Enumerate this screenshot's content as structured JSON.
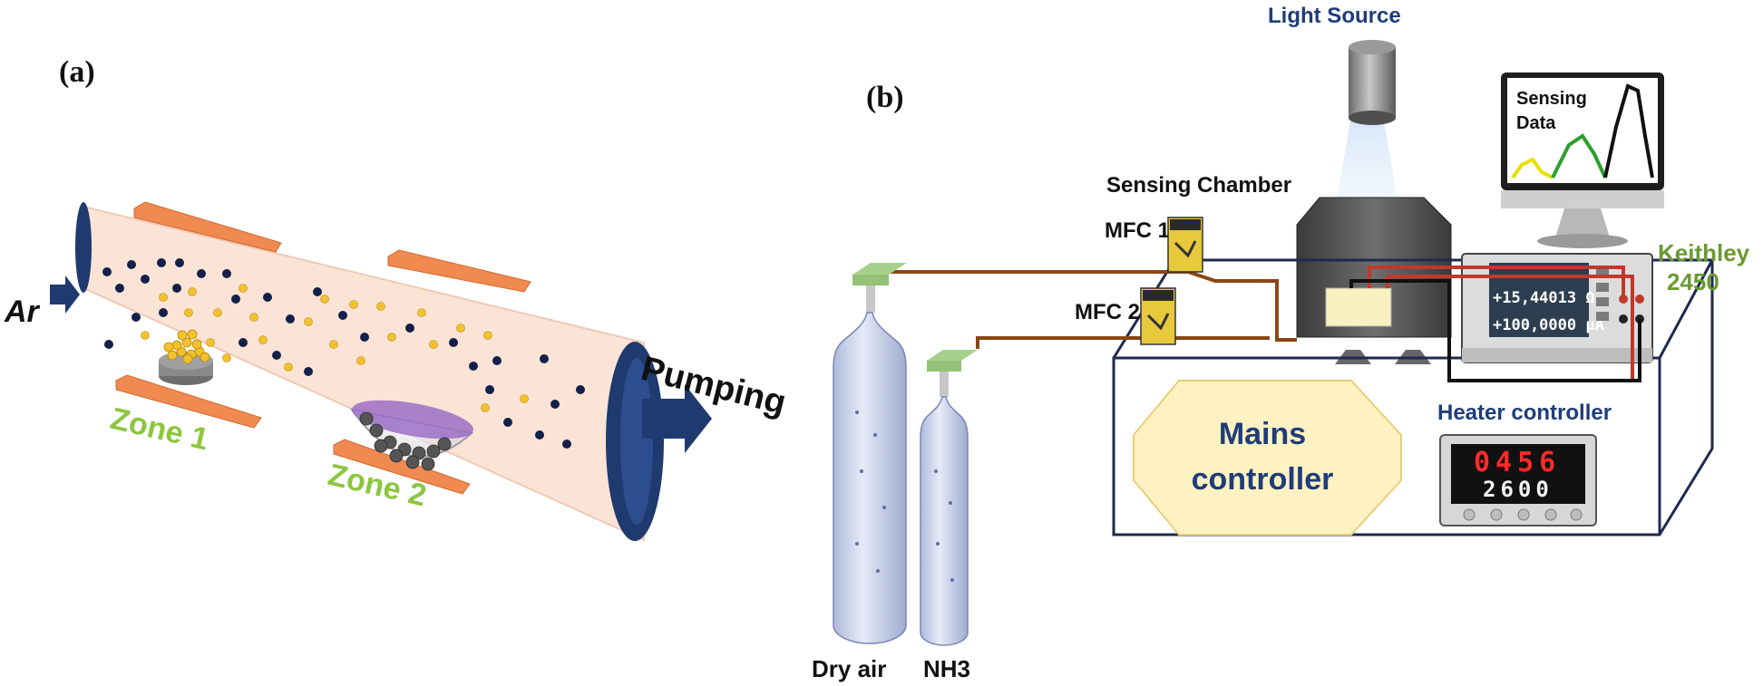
{
  "colors": {
    "tube": "#fbe4d6",
    "tube_edge": "#f0c9b4",
    "cap": "#1f3a6e",
    "heater": "#f08a50",
    "zone_label": "#8cc63f",
    "particle_dark": "#13204a",
    "particle_gold": "#f2c12e",
    "pipe": "#8b4513",
    "cylinder": "#c9d2ea",
    "valve": "#a8d08d",
    "box_edge": "#1f2a4f",
    "mains_fill": "#fff2c2",
    "keithley_label": "#6a9a30",
    "heater_label": "#1f3d7a",
    "light_label": "#1f3d7a",
    "led_red": "#ff2a2a",
    "led_white": "#f2f2f2",
    "trace_yellow": "#e8e000",
    "trace_green": "#2aa02a",
    "trace_black": "#111111"
  },
  "panel_a": {
    "label": "(a)",
    "ar_label": "Ar",
    "pumping_label": "Pumping",
    "zone1_label": "Zone 1",
    "zone2_label": "Zone 2"
  },
  "panel_b": {
    "label": "(b)",
    "light_source_label": "Light Source",
    "sensing_data_line1": "Sensing",
    "sensing_data_line2": "Data",
    "sensing_chamber_label": "Sensing Chamber",
    "mfc1_label": "MFC 1",
    "mfc2_label": "MFC 2",
    "keithley_line1": "Keithley",
    "keithley_line2": "2450",
    "heater_controller_label": "Heater controller",
    "mains_line1": "Mains",
    "mains_line2": "controller",
    "dry_air_label": "Dry air",
    "nh3_label": "NH3",
    "keithley_reading1": "+15,44013 Ω",
    "keithley_reading2": "+100,0000 μA",
    "heater_reading1": "0456",
    "heater_reading2": "2600"
  }
}
